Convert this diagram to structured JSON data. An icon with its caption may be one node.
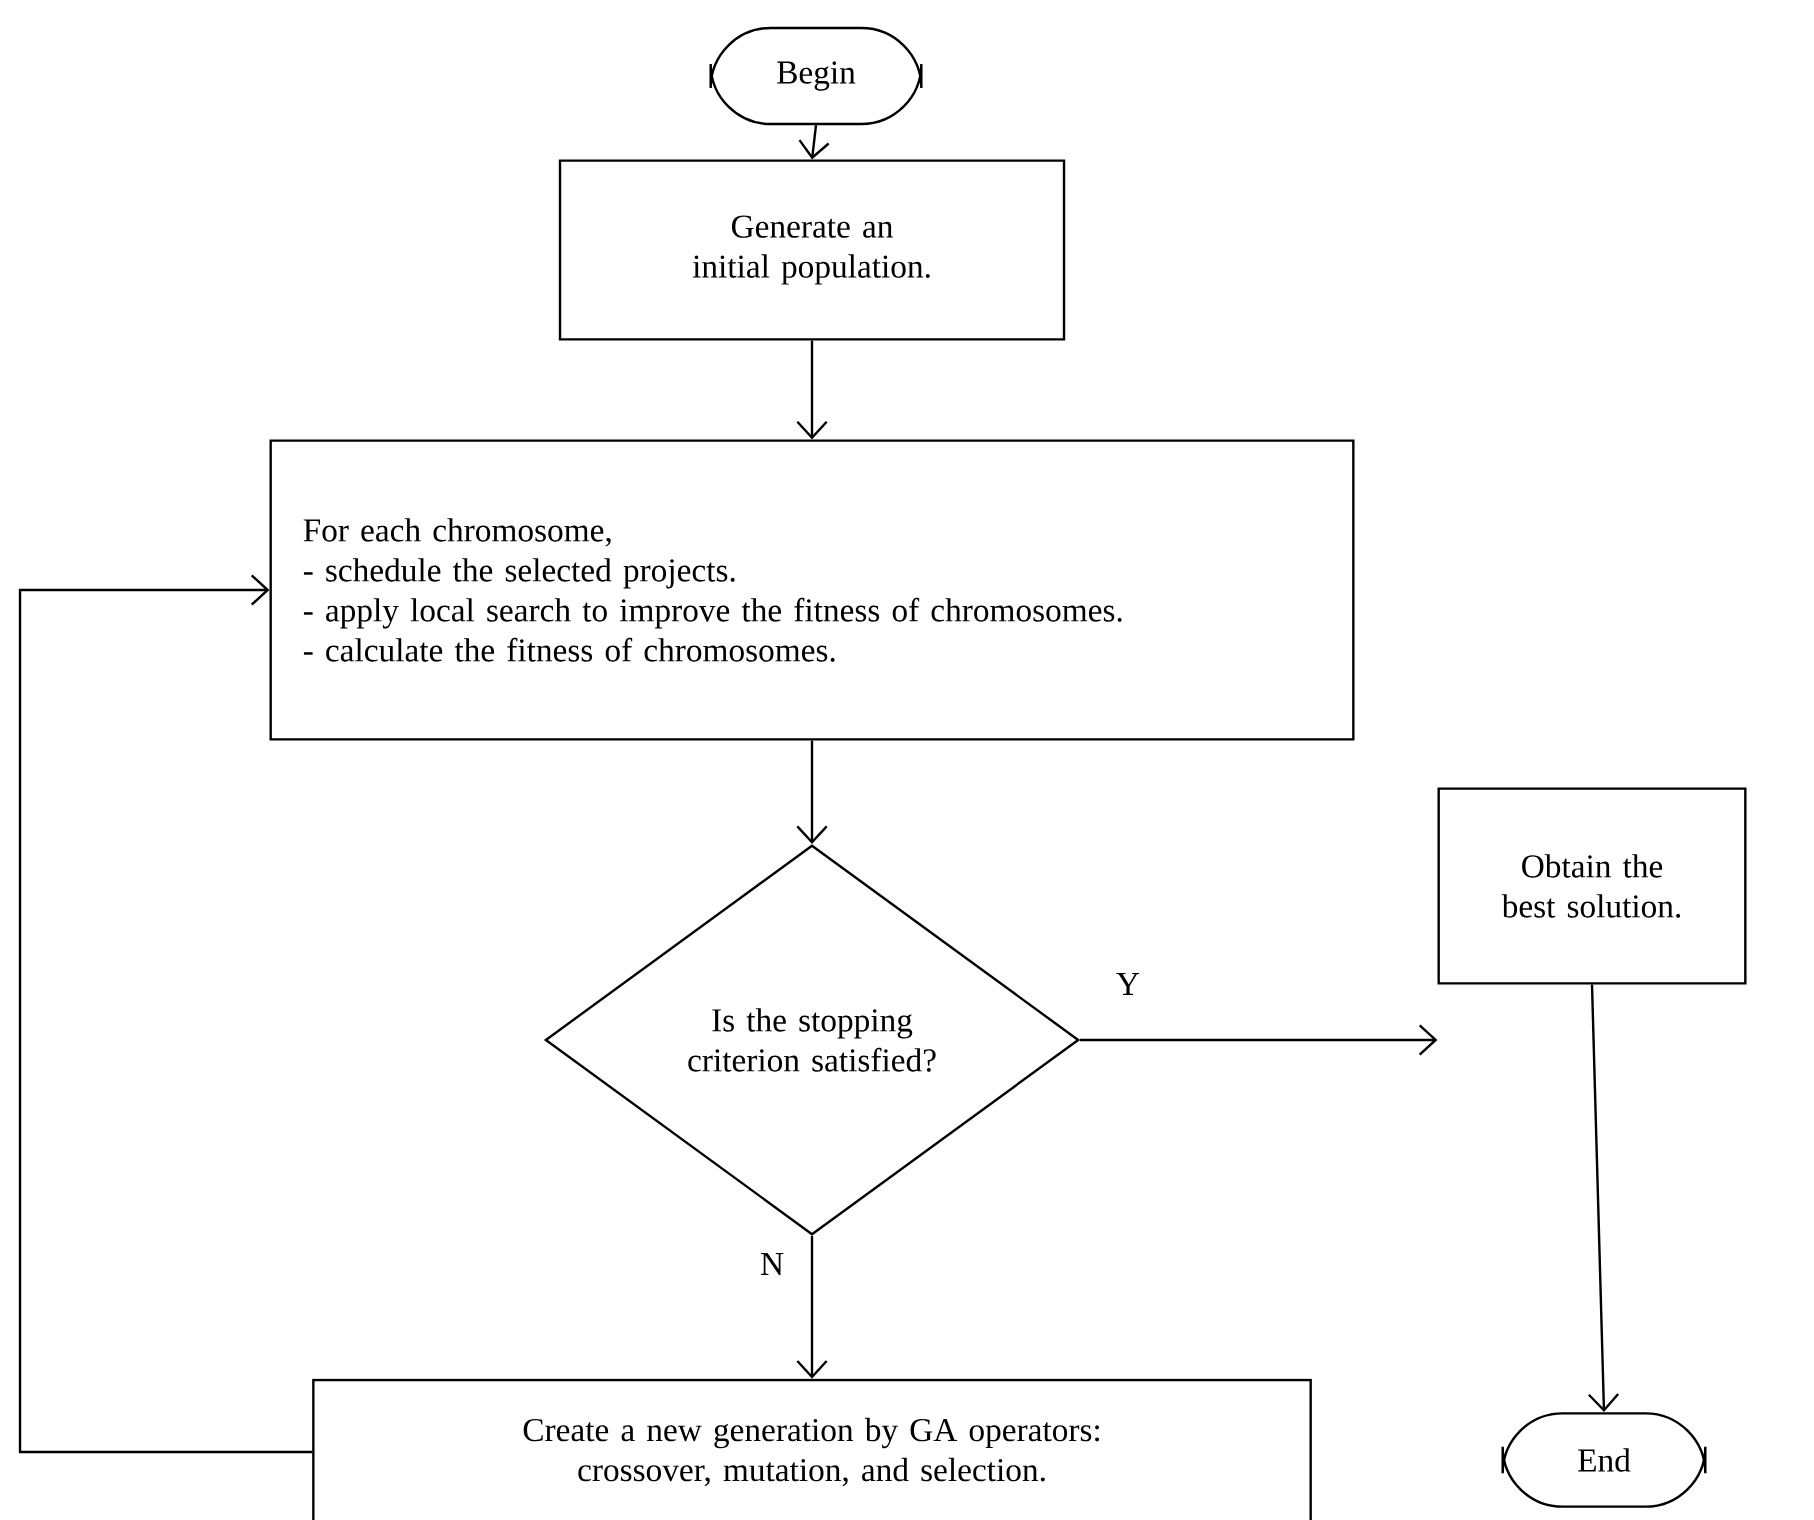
{
  "diagram": {
    "nodes": [
      {
        "text": [
          "Begin"
        ]
      },
      {
        "text": [
          "Generate an initial population."
        ]
      },
      {
        "text": [
          "For each chromosome,",
          "- schedule the selected projects.",
          "- apply local search to improve the fitness of chromosomes.",
          "- calculate the fitness of chromosomes."
        ]
      },
      {
        "text": [
          "Is the stopping criterion satisfied?"
        ]
      },
      {
        "text": [
          "Obtain the best solution."
        ]
      },
      {
        "text": [
          "Create a new generation by GA operators: crossover, mutation, and selection."
        ]
      },
      {
        "text": [
          "End"
        ]
      }
    ],
    "edges": [
      {
        "from": 0,
        "to": 1,
        "arrow": "to"
      },
      {
        "from": 1,
        "to": 2,
        "arrow": "to"
      },
      {
        "from": 2,
        "to": 3,
        "arrow": "to"
      },
      {
        "from": 3,
        "to": 4,
        "arrow": "to",
        "label": "Y"
      },
      {
        "from": 3,
        "to": 5,
        "arrow": "to",
        "label": "N"
      },
      {
        "from": 5,
        "to": 2,
        "arrow": "to"
      },
      {
        "from": 4,
        "to": 6,
        "arrow": "to"
      }
    ]
  }
}
